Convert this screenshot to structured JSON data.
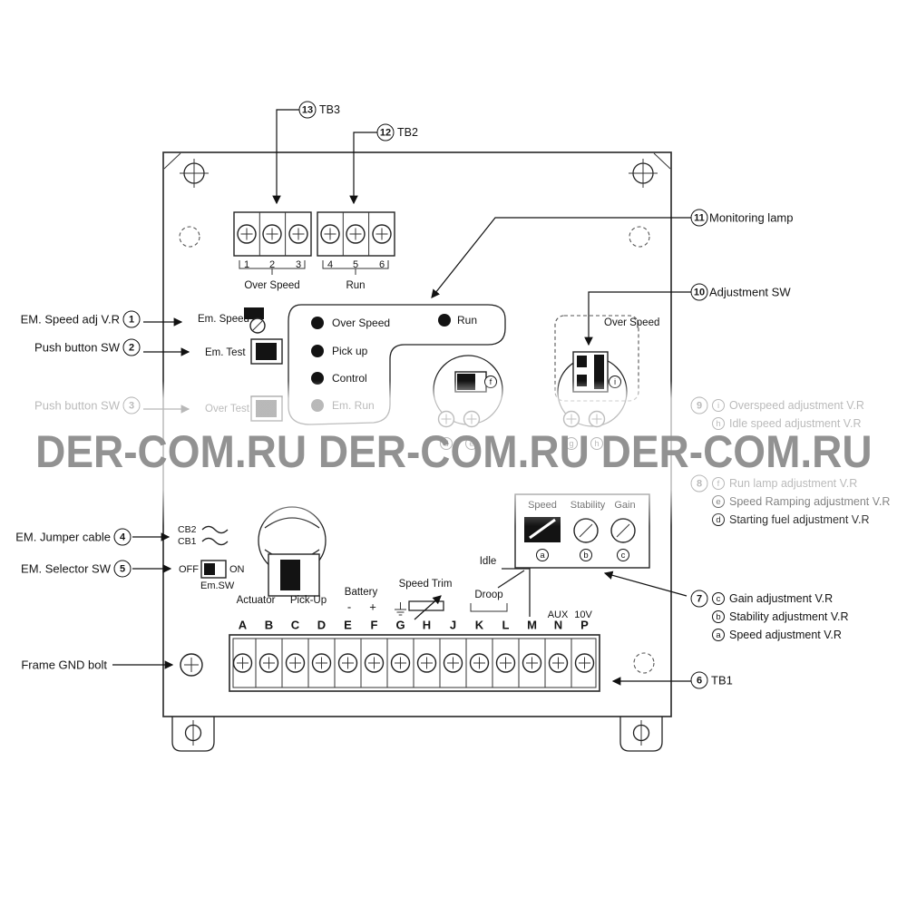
{
  "watermark": {
    "text": "DER-COM.RU DER-COM.RU DER-COM.RU"
  },
  "top_callouts": {
    "tb3": {
      "num": "13",
      "label": "TB3"
    },
    "tb2": {
      "num": "12",
      "label": "TB2"
    }
  },
  "top_terminals": {
    "numbers": [
      "1",
      "2",
      "3",
      "4",
      "5",
      "6"
    ],
    "group_left": "Over Speed",
    "group_right": "Run"
  },
  "left_callouts": {
    "speed_adj": {
      "num": "1",
      "label": "EM. Speed adj V.R",
      "component": "Em. Speed"
    },
    "push_sw1": {
      "num": "2",
      "label": "Push button SW",
      "component": "Em. Test"
    },
    "push_sw2": {
      "num": "3",
      "label": "Push button SW",
      "component": "Over Test"
    },
    "jumper": {
      "num": "4",
      "label": "EM. Jumper cable",
      "cb2": "CB2",
      "cb1": "CB1"
    },
    "selector": {
      "num": "5",
      "label": "EM. Selector SW",
      "off": "OFF",
      "on": "ON",
      "sw_name": "Em.SW"
    },
    "gnd": {
      "label": "Frame GND bolt"
    }
  },
  "lamps": {
    "over_speed": "Over Speed",
    "pick_up": "Pick up",
    "control": "Control",
    "em_run": "Em. Run",
    "run": "Run"
  },
  "right_callouts": {
    "monitoring": {
      "num": "11",
      "label": "Monitoring lamp"
    },
    "adjustment": {
      "num": "10",
      "label": "Adjustment SW",
      "box_label": "Over Speed"
    },
    "c9": {
      "num": "9",
      "items": [
        {
          "letter": "i",
          "text": "Overspeed adjustment V.R"
        },
        {
          "letter": "h",
          "text": "Idle speed adjustment V.R"
        }
      ]
    },
    "c8": {
      "num": "8",
      "items": [
        {
          "letter": "f",
          "text": "Run lamp adjustment V.R"
        },
        {
          "letter": "e",
          "text": "Speed Ramping adjustment V.R"
        },
        {
          "letter": "d",
          "text": "Starting fuel adjustment V.R"
        }
      ]
    },
    "c7": {
      "num": "7",
      "items": [
        {
          "letter": "c",
          "text": "Gain adjustment V.R"
        },
        {
          "letter": "b",
          "text": "Stability adjustment V.R"
        },
        {
          "letter": "a",
          "text": "Speed adjustment V.R"
        }
      ]
    },
    "tb1": {
      "num": "6",
      "label": "TB1"
    }
  },
  "pot_block": {
    "labels": [
      "Speed",
      "Stability",
      "Gain"
    ],
    "letters": [
      "a",
      "b",
      "c"
    ]
  },
  "clusters": {
    "left": {
      "top_letter": "f",
      "letters": [
        "d",
        "e"
      ]
    },
    "right": {
      "top_letter": "i",
      "letters": [
        "g",
        "h"
      ]
    }
  },
  "tb1_strip": {
    "letters": [
      "A",
      "B",
      "C",
      "D",
      "E",
      "F",
      "G",
      "H",
      "J",
      "K",
      "L",
      "M",
      "N",
      "P"
    ],
    "labels": {
      "actuator": "Actuator",
      "pickup": "Pick-Up",
      "battery": "Battery",
      "minus": "-",
      "plus": "+",
      "speed_trim": "Speed Trim",
      "idle": "Idle",
      "droop": "Droop",
      "aux": "AUX",
      "v10": "10V"
    }
  }
}
